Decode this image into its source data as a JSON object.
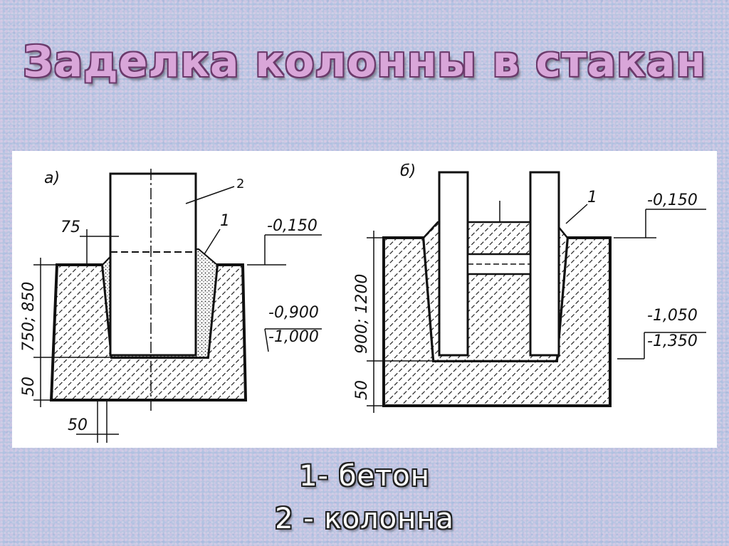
{
  "title": "Заделка колонны в стакан",
  "legend": {
    "item1": "1- бетон",
    "item2": "2 - колонна"
  },
  "diagram_a": {
    "label": "а)",
    "callout_concrete": "1",
    "callout_column": "2",
    "dim_gap_top": "75",
    "dim_gap_bottom": "50",
    "dim_depth": "750; 850",
    "dim_base": "50",
    "elev_top": "-0,150",
    "elev_mid": "-0,900",
    "elev_low": "-1,000"
  },
  "diagram_b": {
    "label": "б)",
    "callout_concrete": "1",
    "dim_depth": "900; 1200",
    "dim_base": "50",
    "elev_top": "-0,150",
    "elev_mid": "-1,050",
    "elev_low": "-1,350"
  },
  "colors": {
    "ink": "#111111",
    "title_fill": "#d9a6d9",
    "title_outline": "#6b3a6b",
    "background": "#b8c4e0"
  }
}
